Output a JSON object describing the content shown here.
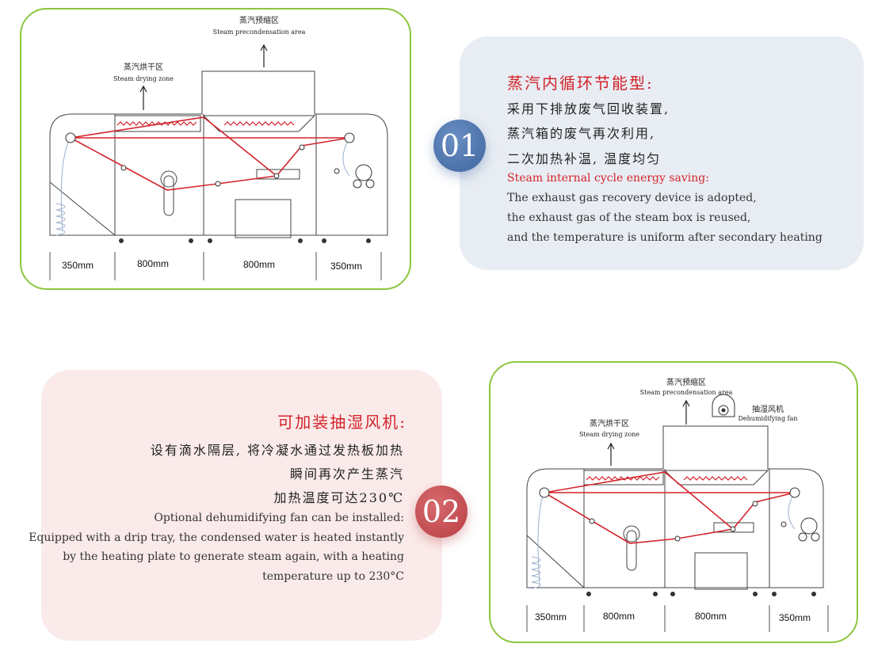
{
  "colors": {
    "accent_red": "#d4232a",
    "frame_green": "#8cc63f",
    "badge_blue": "#4a6fa8",
    "badge_red": "#c1484c"
  },
  "diagram1": {
    "precondensation_cn": "蒸汽预缩区",
    "precondensation_en": "Steam precondensation area",
    "drying_cn": "蒸汽烘干区",
    "drying_en": "Steam drying zone",
    "dims": [
      "350mm",
      "800mm",
      "800mm",
      "350mm"
    ]
  },
  "feature1": {
    "number": "01",
    "title_cn": "蒸汽内循环节能型:",
    "lines_cn": [
      "采用下排放废气回收装置,",
      "蒸汽箱的废气再次利用,",
      "二次加热补温, 温度均匀"
    ],
    "title_en": "Steam internal cycle energy saving:",
    "lines_en": [
      "The exhaust gas recovery device is adopted,",
      "the exhaust gas of the steam box is reused,",
      "and the temperature is uniform after secondary heating"
    ]
  },
  "feature2": {
    "number": "02",
    "title_cn": "可加装抽湿风机:",
    "lines_cn": [
      "设有滴水隔层, 将冷凝水通过发热板加热",
      "瞬间再次产生蒸汽",
      "加热温度可达230℃"
    ],
    "lines_en": [
      "Optional dehumidifying fan can be installed:",
      "Equipped with a drip tray, the condensed water is heated instantly",
      "by the heating plate to generate steam again, with a heating",
      "temperature up to 230°C"
    ]
  },
  "diagram2": {
    "precondensation_cn": "蒸汽预缩区",
    "precondensation_en": "Steam precondensation area",
    "fan_cn": "抽湿风机",
    "fan_en": "Dehumidifying fan",
    "drying_cn": "蒸汽烘干区",
    "drying_en": "Steam drying zone",
    "dims": [
      "350mm",
      "800mm",
      "800mm",
      "350mm"
    ]
  }
}
